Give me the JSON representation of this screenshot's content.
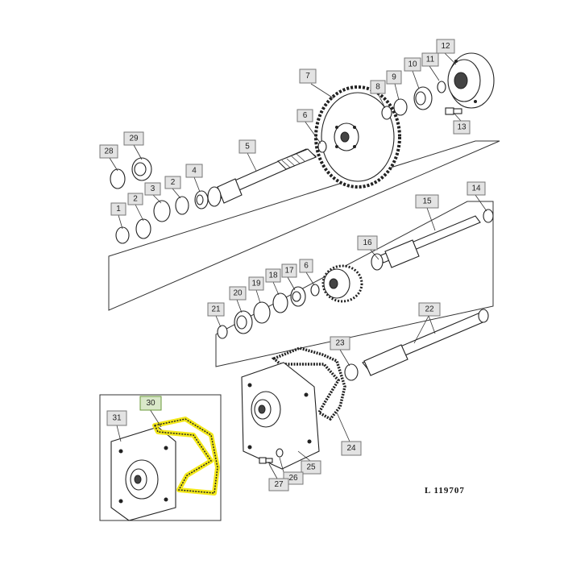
{
  "reference": "L 119707",
  "highlight_color": "#f2e600",
  "callouts": [
    {
      "label": "1"
    },
    {
      "label": "2"
    },
    {
      "label": "3"
    },
    {
      "label": "2"
    },
    {
      "label": "4"
    },
    {
      "label": "5"
    },
    {
      "label": "6"
    },
    {
      "label": "7"
    },
    {
      "label": "8"
    },
    {
      "label": "9"
    },
    {
      "label": "10"
    },
    {
      "label": "11"
    },
    {
      "label": "12"
    },
    {
      "label": "13"
    },
    {
      "label": "14"
    },
    {
      "label": "15"
    },
    {
      "label": "16"
    },
    {
      "label": "17"
    },
    {
      "label": "18"
    },
    {
      "label": "19"
    },
    {
      "label": "20"
    },
    {
      "label": "21"
    },
    {
      "label": "22"
    },
    {
      "label": "23"
    },
    {
      "label": "24"
    },
    {
      "label": "25"
    },
    {
      "label": "26"
    },
    {
      "label": "27"
    },
    {
      "label": "28"
    },
    {
      "label": "29"
    },
    {
      "label": "30"
    },
    {
      "label": "31"
    },
    {
      "label": "6"
    }
  ]
}
